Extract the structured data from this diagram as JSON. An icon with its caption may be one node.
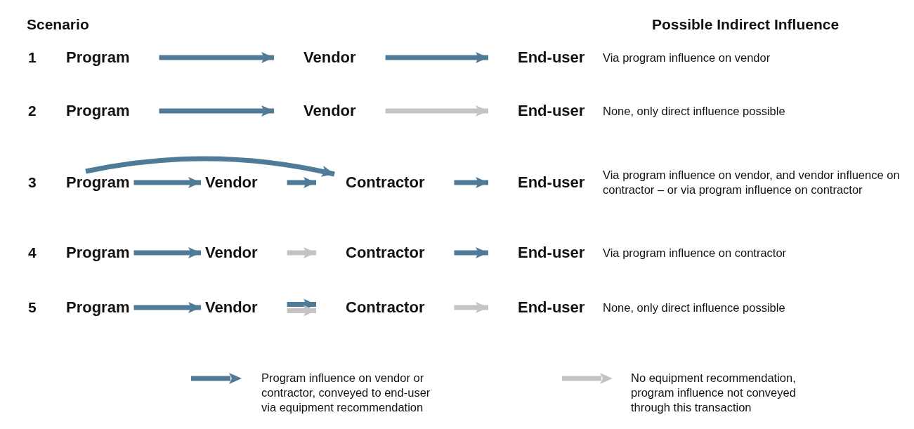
{
  "diagram": {
    "nodes": [
      {
        "text": [
          "Program"
        ]
      },
      {
        "text": [
          "Vendor"
        ]
      },
      {
        "text": [
          "End-user"
        ],
        "beside": [
          "Via program influence on vendor"
        ]
      },
      {
        "text": [
          "Program"
        ]
      },
      {
        "text": [
          "Vendor"
        ]
      },
      {
        "text": [
          "End-user"
        ],
        "beside": [
          "None, only direct influence possible"
        ]
      },
      {
        "text": [
          "Program"
        ]
      },
      {
        "text": [
          "Vendor"
        ]
      },
      {
        "text": [
          "Contractor"
        ]
      },
      {
        "text": [
          "End-user"
        ],
        "beside": [
          "Via program influence on vendor, and vendor influence on contractor – or via program influence  on contractor"
        ]
      },
      {
        "text": [
          "Program"
        ]
      },
      {
        "text": [
          "Vendor"
        ]
      },
      {
        "text": [
          "Contractor"
        ]
      },
      {
        "text": [
          "End-user"
        ],
        "beside": [
          "Via program influence on contractor"
        ]
      },
      {
        "text": [
          "Program"
        ]
      },
      {
        "text": [
          "Vendor"
        ]
      },
      {
        "text": [
          "Contractor"
        ]
      },
      {
        "text": [
          "End-user"
        ],
        "beside": [
          "None, only direct influence possible"
        ]
      }
    ],
    "edges": [
      {
        "from": 0,
        "to": 1,
        "arrow": "to"
      },
      {
        "from": 1,
        "to": 2,
        "arrow": "to"
      },
      {
        "from": 3,
        "to": 4,
        "arrow": "to"
      },
      {
        "from": 4,
        "to": 5,
        "arrow": "to",
        "color": "#c4c4c4"
      },
      {
        "from": 6,
        "to": 8,
        "arrow": "to"
      },
      {
        "from": 6,
        "to": 7,
        "arrow": "to"
      },
      {
        "from": 7,
        "to": 8,
        "arrow": "to"
      },
      {
        "from": 8,
        "to": 9,
        "arrow": "to"
      },
      {
        "from": 10,
        "to": 11,
        "arrow": "to"
      },
      {
        "from": 11,
        "to": 12,
        "arrow": "to",
        "color": "#c4c4c4"
      },
      {
        "from": 12,
        "to": 13,
        "arrow": "to"
      },
      {
        "from": 14,
        "to": 15,
        "arrow": "to"
      },
      {
        "from": 15,
        "to": 16,
        "arrow": "to"
      },
      {
        "from": 15,
        "to": 16,
        "arrow": "to",
        "color": "#c4c4c4"
      },
      {
        "from": 16,
        "to": 17,
        "arrow": "to",
        "color": "#c4c4c4"
      }
    ],
    "labels": [
      "Scenario",
      "Possible Indirect Influence",
      "1",
      "2",
      "3",
      "4",
      "5"
    ],
    "legend": [
      {
        "text": "Program influence on vendor or contractor, conveyed to end-user via equipment recommendation",
        "color": "#4f7b98"
      },
      {
        "text": "No equipment recommendation, program influence not conveyed through this transaction",
        "color": "#c4c4c4"
      }
    ]
  }
}
